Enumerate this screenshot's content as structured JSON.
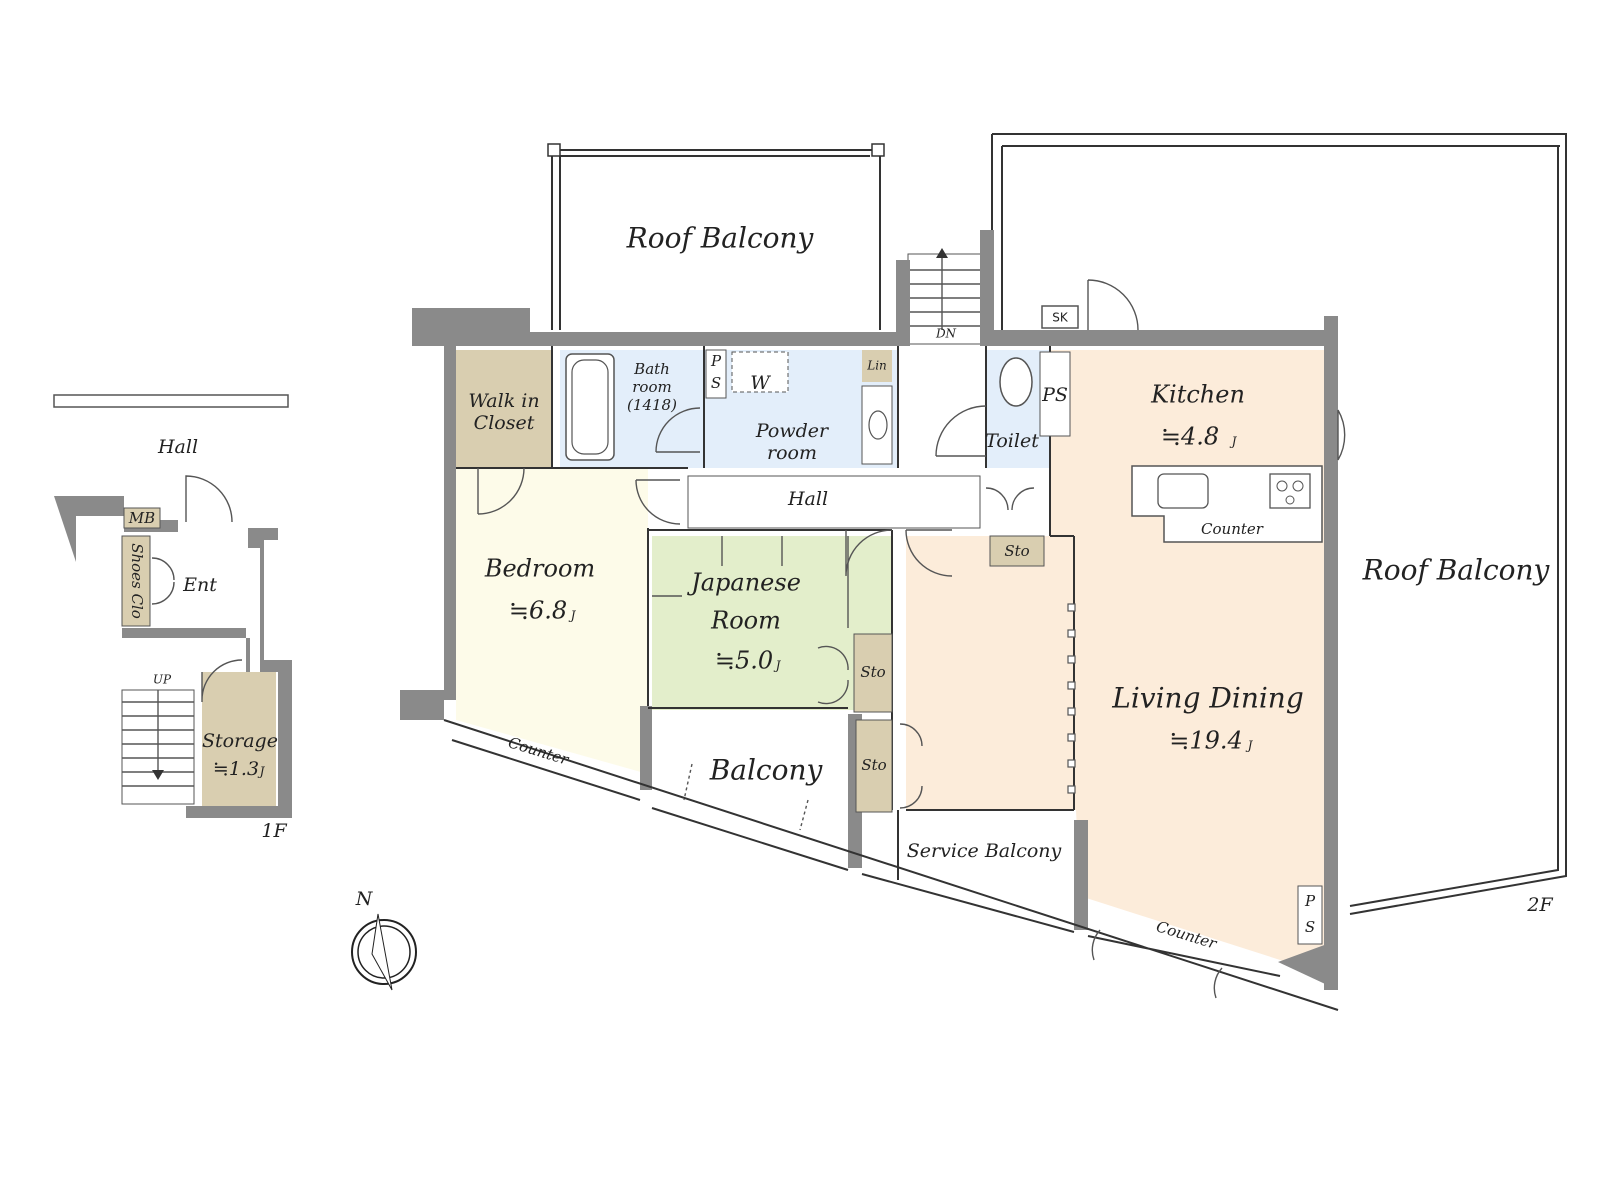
{
  "floor_labels": {
    "first": "1F",
    "second": "2F"
  },
  "compass": {
    "north_label": "N"
  },
  "floor1": {
    "hall": "Hall",
    "mb": "MB",
    "shoes": "Shoes Clo",
    "entrance": "Ent",
    "up": "UP",
    "storage": {
      "name": "Storage",
      "area": "≒1.3",
      "unit": "J"
    }
  },
  "floor2": {
    "roof_balcony_north": "Roof Balcony",
    "roof_balcony_east": "Roof Balcony",
    "down": "DN",
    "walk_in_closet": [
      "Walk in",
      "Closet"
    ],
    "bathroom": [
      "Bath",
      "room",
      "(1418)"
    ],
    "ps_left": [
      "P",
      "S"
    ],
    "washer": "W",
    "powder_room": [
      "Powder",
      "room"
    ],
    "linen": "Lin",
    "toilet": "Toilet",
    "ps_toilet": "PS",
    "sk": "SK",
    "hall": "Hall",
    "kitchen": {
      "name": "Kitchen",
      "area": "≒4.8",
      "unit": "J"
    },
    "kitchen_counter": "Counter",
    "bedroom": {
      "name": "Bedroom",
      "area": "≒6.8",
      "unit": "J"
    },
    "bedroom_counter": "Counter",
    "japanese_room": {
      "name": [
        "Japanese",
        "Room"
      ],
      "area": "≒5.0",
      "unit": "J"
    },
    "sto_toilet": "Sto",
    "sto_japanese": "Sto",
    "sto_balcony": "Sto",
    "balcony": "Balcony",
    "service_balcony": "Service Balcony",
    "living_dining": {
      "name": "Living Dining",
      "area": "≒19.4",
      "unit": "J"
    },
    "living_counter": "Counter",
    "ps_living": [
      "P",
      "S"
    ]
  },
  "colors": {
    "wall": "#8a8a8a",
    "walk_in_closet": "#d9ceb0",
    "bathroom": "#e3eefa",
    "bedroom": "#fdfbe9",
    "japanese_room": "#e3eecb",
    "living_kitchen": "#fcecda",
    "storage": "#d9ceb0"
  }
}
